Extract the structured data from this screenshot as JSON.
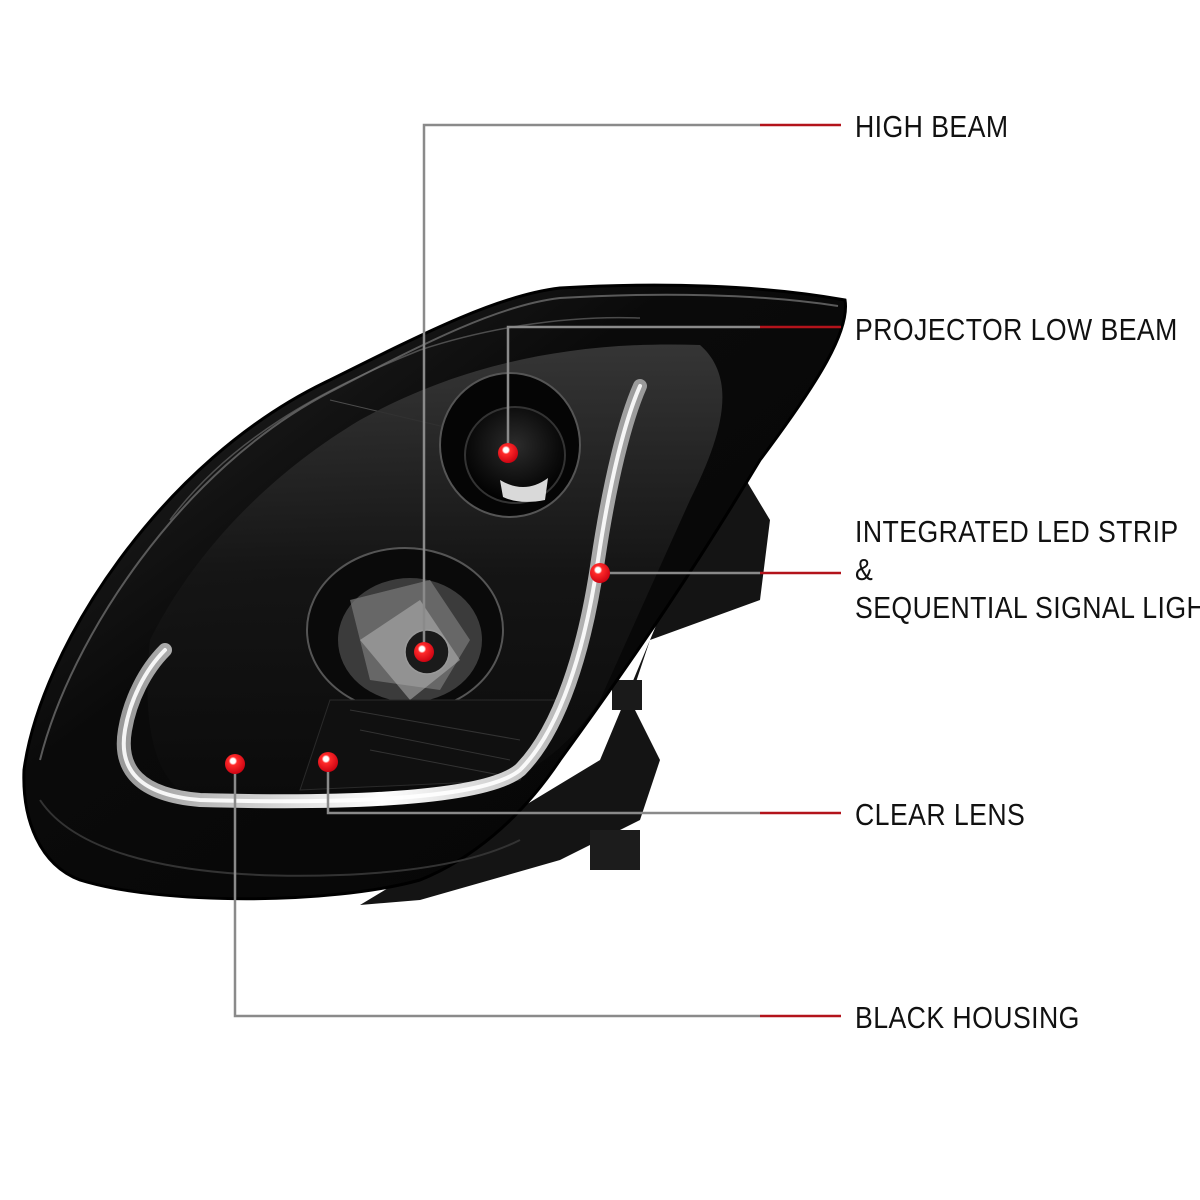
{
  "callouts": {
    "high_beam": "HIGH BEAM",
    "projector_low_beam": "PROJECTOR LOW BEAM",
    "led_strip": {
      "line1": "INTEGRATED LED STRIP",
      "line2": "&",
      "line3": "SEQUENTIAL SIGNAL LIGHT"
    },
    "clear_lens": "CLEAR LENS",
    "black_housing": "BLACK HOUSING"
  },
  "colors": {
    "leader_line": "#8a8a8a",
    "leader_accent": "#b3131b",
    "marker": "#e10d1b",
    "housing": "#0b0b0b"
  },
  "icons": {
    "product": "projector-headlight-image",
    "marker": "red-dot-marker"
  }
}
